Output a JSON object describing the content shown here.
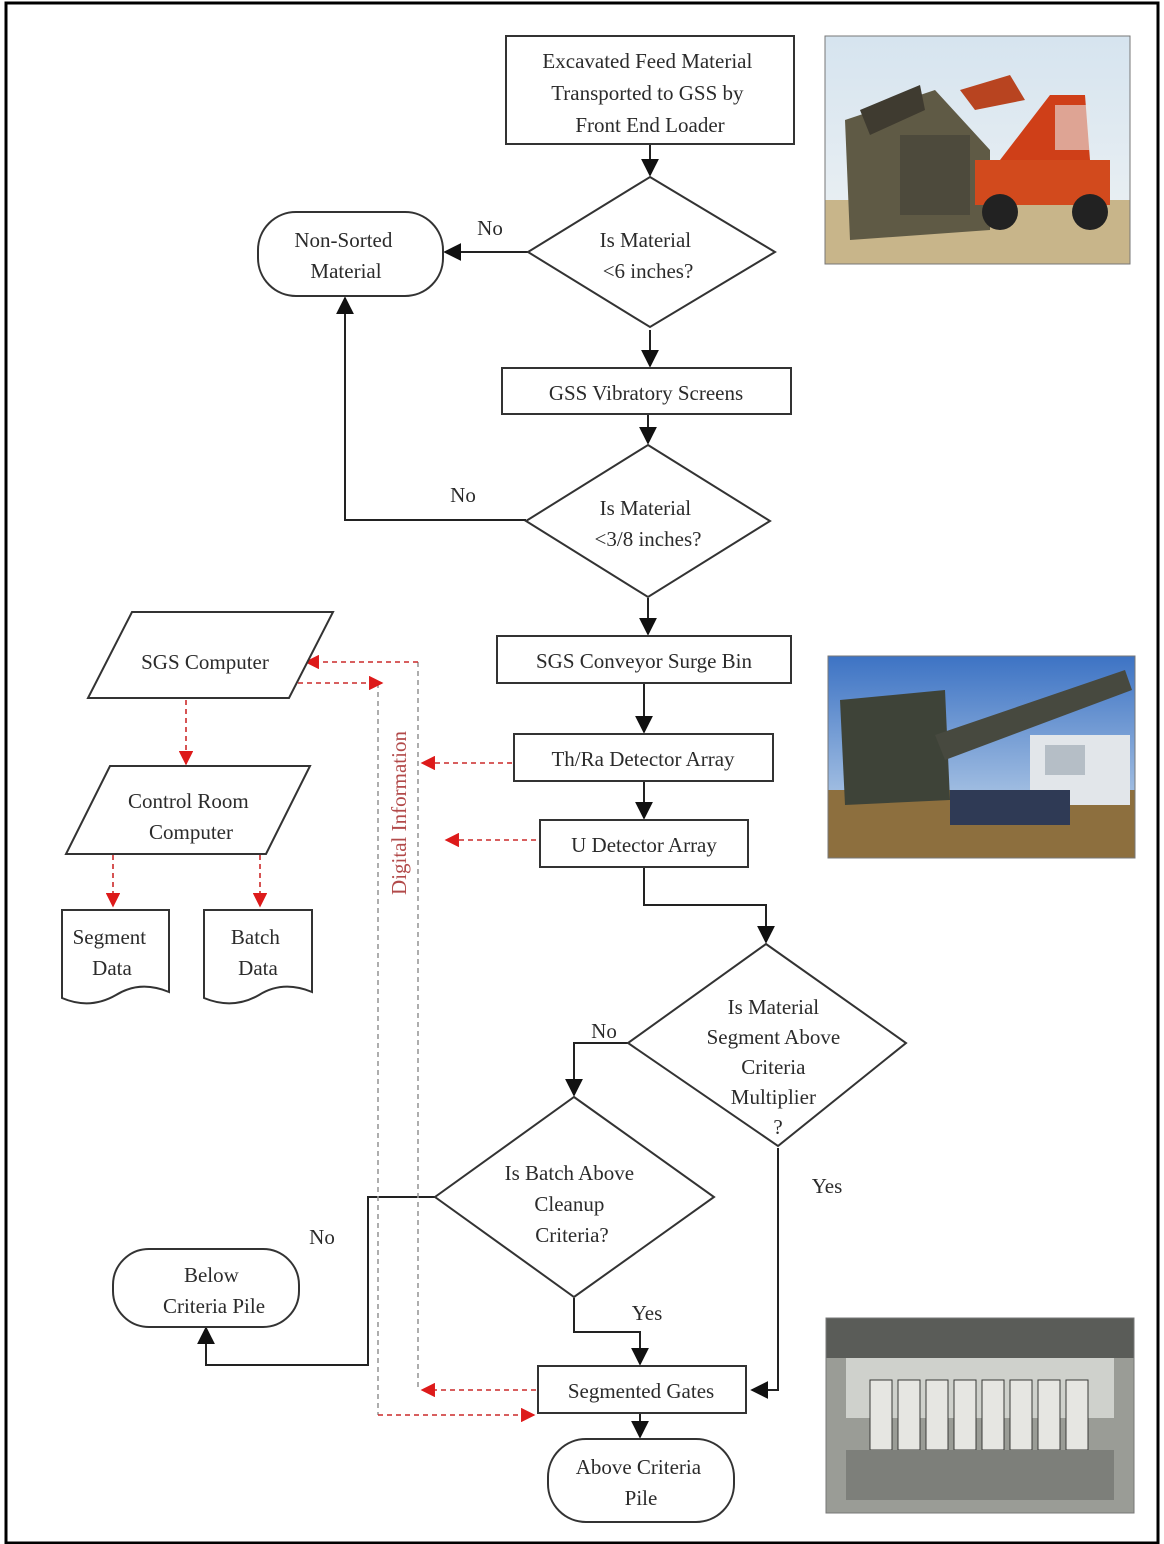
{
  "nodes": {
    "excavated": [
      "Excavated Feed Material",
      "Transported to GSS  by",
      "Front End Loader"
    ],
    "q6": [
      "Is Material",
      "<6 inches?"
    ],
    "nonsorted": [
      "Non-Sorted",
      "Material"
    ],
    "screens": [
      "GSS Vibratory Screens"
    ],
    "q38": [
      "Is Material",
      "<3/8 inches?"
    ],
    "surge": [
      "SGS Conveyor Surge Bin"
    ],
    "thra": [
      "Th/Ra Detector Array"
    ],
    "udet": [
      "U Detector Array"
    ],
    "qseg": [
      "Is Material",
      "Segment Above",
      "Criteria",
      "Multiplier",
      "?"
    ],
    "qbatch": [
      "Is Batch Above",
      "Cleanup",
      "Criteria?"
    ],
    "below": [
      "Below",
      "Criteria Pile"
    ],
    "gates": [
      "Segmented Gates"
    ],
    "above": [
      "Above Criteria",
      "Pile"
    ],
    "sgs_computer": [
      "SGS Computer"
    ],
    "control_room": [
      "Control Room",
      "Computer"
    ],
    "segment_data": [
      "Segment",
      "Data"
    ],
    "batch_data": [
      "Batch",
      "Data"
    ]
  },
  "edge_labels": {
    "no_1": "No",
    "no_2": "No",
    "no_3": "No",
    "no_4": "No",
    "yes_seg": "Yes",
    "yes_batch": "Yes"
  },
  "side_label": "Digital Information",
  "colors": {
    "info_line": "#cc2a2a",
    "flow_line": "#222222"
  },
  "photos": [
    {
      "name": "loader-feeding-gss-photo"
    },
    {
      "name": "conveyor-system-photo"
    },
    {
      "name": "segmented-gates-photo"
    }
  ]
}
